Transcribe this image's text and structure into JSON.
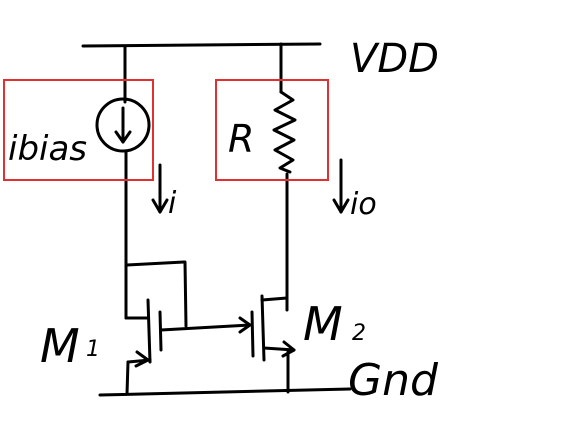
{
  "labels": {
    "supply": "VDD",
    "bias_source": "ibias",
    "resistor": "R",
    "current_in": "i",
    "current_out": "io",
    "m1": "M",
    "m1_sub": "1",
    "m2": "M",
    "m2_sub": "2",
    "ground": "Gnd"
  },
  "colors": {
    "wire": "#000000",
    "highlight_box": "#e03030"
  }
}
